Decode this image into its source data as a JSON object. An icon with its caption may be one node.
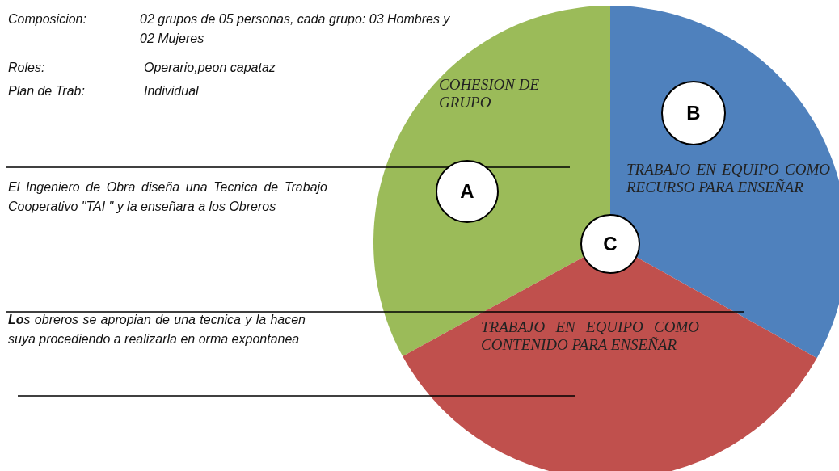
{
  "diagram": {
    "nodes": [
      {
        "text": [
          "COHESION DE GRUPO"
        ]
      },
      {
        "text": [
          "A"
        ],
        "in": 0
      },
      {
        "text": [
          "TRABAJO EN EQUIPO COMO RECURSO PARA ENSEÑAR"
        ]
      },
      {
        "text": [
          "B"
        ],
        "in": 2
      },
      {
        "text": [
          "TRABAJO EN EQUIPO COMO CONTENIDO PARA ENSEÑAR"
        ]
      },
      {
        "text": [
          "C"
        ]
      }
    ],
    "edges": [],
    "labels": [
      "Composicion:",
      "02 grupos de 05 personas, cada grupo: 03 Hombres y 02 Mujeres",
      "Roles:",
      "Operario,peon capataz",
      "Plan de Trab:",
      "Individual",
      "El Ingeniero de Obra diseña una Tecnica de Trabajo Cooperativo \"TAI \" y la enseñara a los Obreros",
      "**Lo**s obreros se apropian de una tecnica y la hacen suya procediendo a realizarla en orma expontanea"
    ]
  }
}
